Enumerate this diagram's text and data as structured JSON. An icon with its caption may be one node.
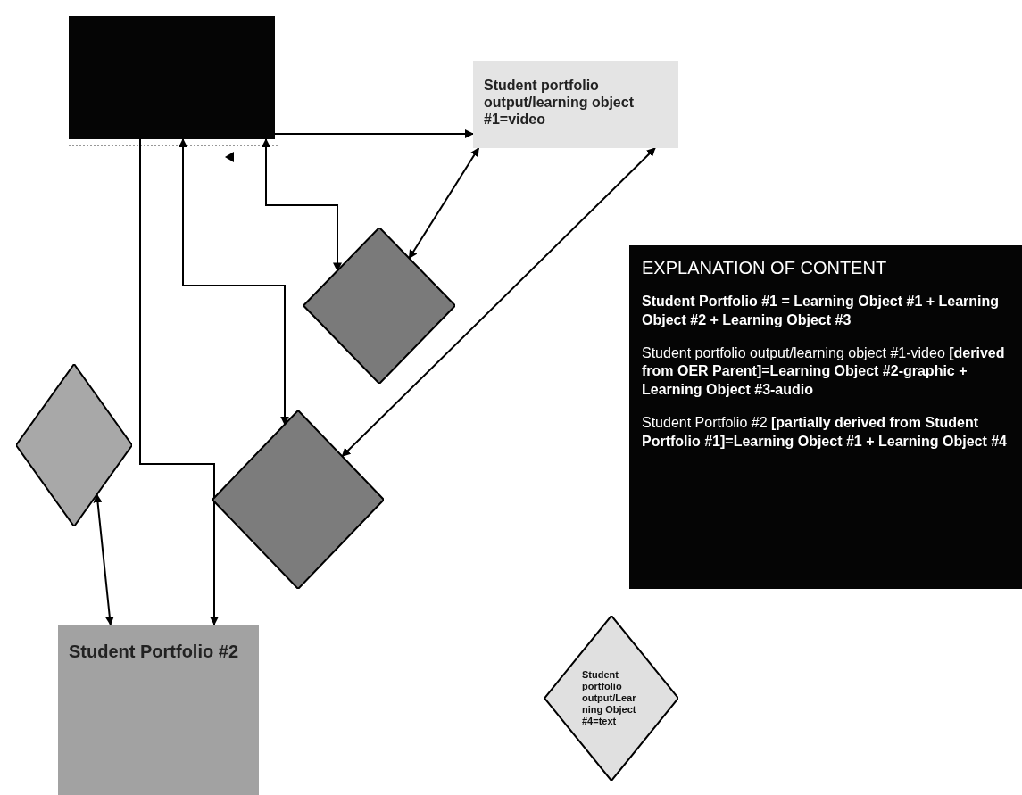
{
  "diagram": {
    "nodes": [
      {
        "text": [],
        "shape": "box"
      },
      {
        "text": [
          "Student portfolio output/learning object #1=video"
        ]
      },
      {
        "text": [],
        "shape": "diamond"
      },
      {
        "text": [],
        "shape": "diamond"
      },
      {
        "text": [],
        "shape": "diamond"
      },
      {
        "text": [
          "Student Portfolio #2"
        ]
      },
      {
        "text": [
          "EXPLANATION OF CONTENT",
          "Student Portfolio #1 = Learning Object #1 + Learning Object #2 + Learning Object #3",
          "Student portfolio output/learning object #1-video **[derived from OER Parent]=Learning Object #2-graphic + Learning Object #3-audio**",
          "Student Portfolio #2 **[partially derived from Student Portfolio #1]=Learning Object #1 + Learning Object #4**"
        ]
      },
      {
        "text": [
          "Student portfolio output/Learning Object #4=text"
        ]
      }
    ],
    "edges": [
      {
        "from": 0,
        "to": 1,
        "arrow": "to"
      },
      {
        "from": 0,
        "to": 2,
        "arrow": "both"
      },
      {
        "from": 2,
        "to": 1,
        "arrow": "both"
      },
      {
        "from": 0,
        "to": 4,
        "arrow": "both"
      },
      {
        "from": 1,
        "to": 4,
        "arrow": "both"
      },
      {
        "from": 0,
        "to": 5,
        "arrow": "to"
      },
      {
        "from": 3,
        "to": 5,
        "arrow": "both"
      }
    ]
  }
}
